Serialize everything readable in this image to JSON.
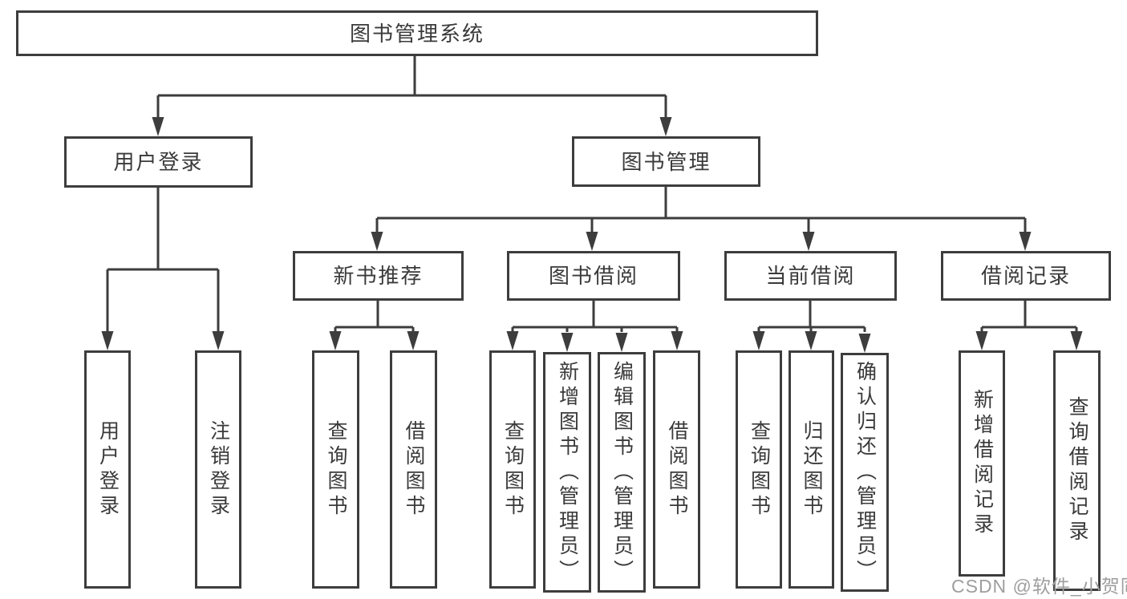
{
  "colors": {
    "line": "#3d3d3d",
    "text": "#3a3a3a",
    "watermark": "#9e9e9e",
    "background": "#ffffff"
  },
  "tree": {
    "root": {
      "label": "图书管理系统"
    },
    "user_login": {
      "label": "用户登录",
      "children": [
        {
          "label": "用户登录"
        },
        {
          "label": "注销登录"
        }
      ]
    },
    "book_mgmt": {
      "label": "图书管理",
      "groups": [
        {
          "label": "新书推荐",
          "children": [
            {
              "label": "查询图书"
            },
            {
              "label": "借阅图书"
            }
          ]
        },
        {
          "label": "图书借阅",
          "children": [
            {
              "label": "查询图书"
            },
            {
              "label": "新增图书（管理员）"
            },
            {
              "label": "编辑图书（管理员）"
            },
            {
              "label": "借阅图书"
            }
          ]
        },
        {
          "label": "当前借阅",
          "children": [
            {
              "label": "查询图书"
            },
            {
              "label": "归还图书"
            },
            {
              "label": "确认归还（管理员）"
            }
          ]
        },
        {
          "label": "借阅记录",
          "children": [
            {
              "label": "新增借阅记录"
            },
            {
              "label": "查询借阅记录"
            }
          ]
        }
      ]
    }
  },
  "watermark": "CSDN @软件_小贺同学"
}
